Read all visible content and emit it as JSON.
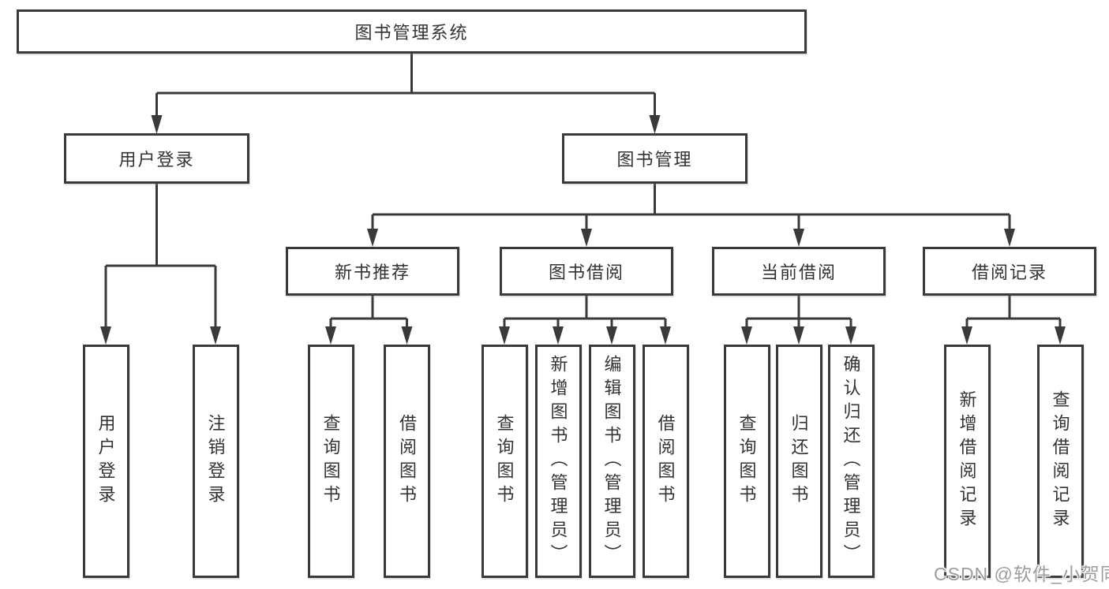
{
  "diagram": {
    "root": {
      "label": "图书管理系统"
    },
    "level2": [
      {
        "label": "用户登录"
      },
      {
        "label": "图书管理"
      }
    ],
    "level3": [
      {
        "label": "新书推荐"
      },
      {
        "label": "图书借阅"
      },
      {
        "label": "当前借阅"
      },
      {
        "label": "借阅记录"
      }
    ],
    "leaves": [
      {
        "label": "用户登录"
      },
      {
        "label": "注销登录"
      },
      {
        "label": "查询图书"
      },
      {
        "label": "借阅图书"
      },
      {
        "label": "查询图书"
      },
      {
        "label": "新增图书（管理员）"
      },
      {
        "label": "编辑图书（管理员）"
      },
      {
        "label": "借阅图书"
      },
      {
        "label": "查询图书"
      },
      {
        "label": "归还图书"
      },
      {
        "label": "确认归还（管理员）"
      },
      {
        "label": "新增借阅记录"
      },
      {
        "label": "查询借阅记录"
      }
    ]
  },
  "watermark": {
    "text": "CSDN @软件_小贺同学"
  },
  "colors": {
    "line": "#3a3a3a",
    "text": "#333333",
    "watermark": "#9d9d9d",
    "background": "#ffffff"
  }
}
